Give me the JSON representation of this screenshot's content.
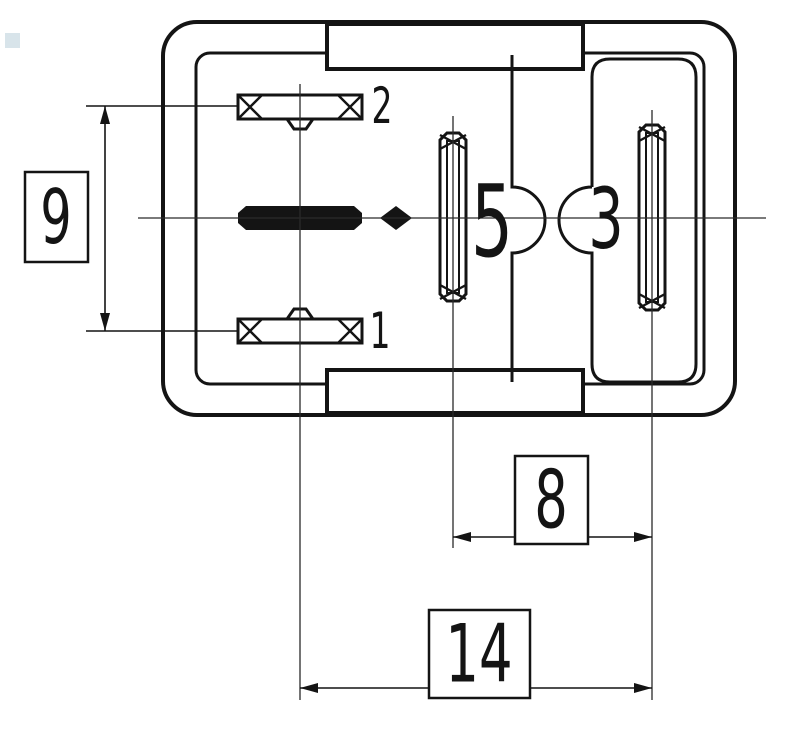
{
  "diagram": {
    "kind": "relay-footprint-bottom-view",
    "pin_labels": {
      "pin1": "1",
      "pin2": "2",
      "pin3": "3",
      "pin5": "5"
    },
    "dimension_labels": {
      "coil_pin_spacing": "9",
      "blade_spacing": "8",
      "overall_width": "14"
    },
    "colors": {
      "line": "#141414",
      "background": "#ffffff",
      "artifact": "#d8e4ea"
    }
  }
}
